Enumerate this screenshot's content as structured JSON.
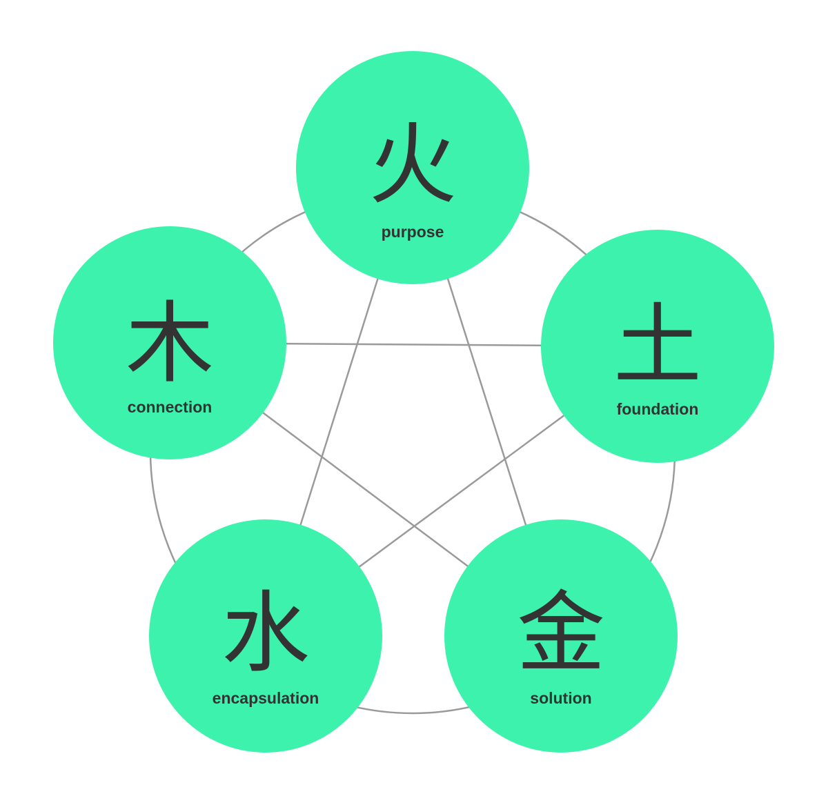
{
  "colors": {
    "node_fill": "#3df2ad",
    "line": "#9a9a9a",
    "text": "#333333",
    "background": "#ffffff"
  },
  "nodes": [
    {
      "id": "fire",
      "glyph": "火",
      "label": "purpose"
    },
    {
      "id": "earth",
      "glyph": "土",
      "label": "foundation"
    },
    {
      "id": "metal",
      "glyph": "金",
      "label": "solution"
    },
    {
      "id": "water",
      "glyph": "水",
      "label": "encapsulation"
    },
    {
      "id": "wood",
      "glyph": "木",
      "label": "connection"
    }
  ]
}
